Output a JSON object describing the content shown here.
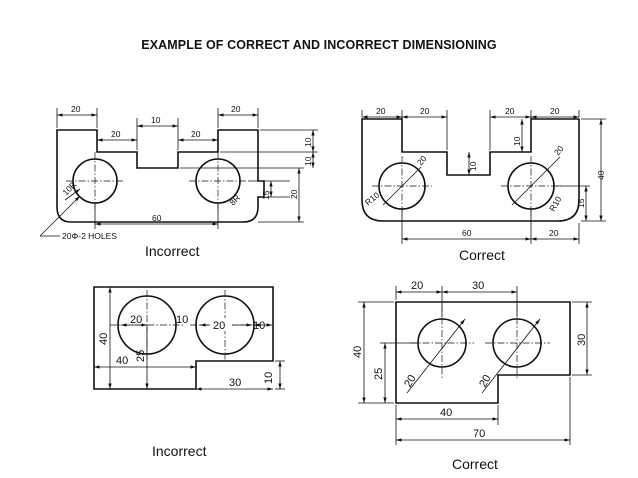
{
  "title": "EXAMPLE OF CORRECT AND INCORRECT DIMENSIONING",
  "diagrams": {
    "top_left": {
      "caption": "Incorrect",
      "dims": {
        "d20a": "20",
        "d20b": "20",
        "d20c": "20",
        "d20d": "20",
        "d10": "10",
        "d10b": "10",
        "d20v": "20",
        "d15": "15",
        "d60": "60",
        "r10": "10R",
        "r8": "8R"
      },
      "note": "20Φ-2 HOLES"
    },
    "top_right": {
      "caption": "Correct",
      "dims": {
        "d20a": "20",
        "d20b": "20",
        "d20c": "20",
        "d20d": "20",
        "d10a": "10",
        "d10b": "10",
        "d20diag": "20",
        "d20diag2": "20",
        "d40": "40",
        "d15": "15",
        "d60": "60",
        "d20e": "20",
        "r10": "R10",
        "r10b": "R10"
      }
    },
    "bottom_left": {
      "caption": "Incorrect",
      "dims": {
        "d20": "20",
        "d10": "10",
        "d20b": "20",
        "d10b": "10",
        "d40v": "40",
        "d40": "40",
        "d25": "25",
        "d30": "30",
        "d10v": "10"
      }
    },
    "bottom_right": {
      "caption": "Correct",
      "dims": {
        "d20": "20",
        "d30": "30",
        "d40v": "40",
        "d25": "25",
        "d20a": "20",
        "d20b": "20",
        "d30v": "30",
        "d40": "40",
        "d70": "70"
      }
    }
  }
}
